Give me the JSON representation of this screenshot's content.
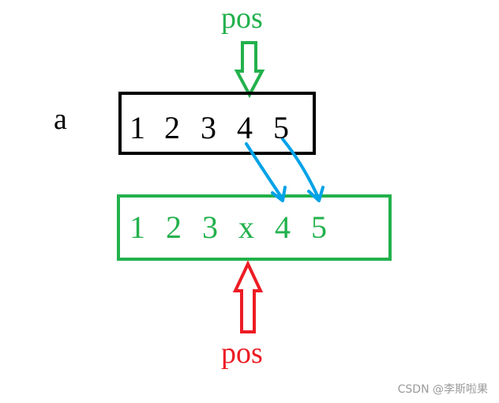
{
  "top_label": {
    "text": "pos",
    "color": "#22b14c"
  },
  "array_name": {
    "text": "a",
    "color": "#000000"
  },
  "array_a": {
    "values": [
      "1",
      "2",
      "3",
      "4",
      "5"
    ],
    "border_color": "#000000",
    "text_color": "#000000"
  },
  "array_b": {
    "values": [
      "1",
      "2",
      "3",
      "x",
      "4",
      "5"
    ],
    "border_color": "#22b14c",
    "text_color": "#22b14c"
  },
  "bottom_label": {
    "text": "pos",
    "color": "#ed1c24"
  },
  "shift_arrows_color": "#00a2e8",
  "watermark": "CSDN @李斯啦果"
}
